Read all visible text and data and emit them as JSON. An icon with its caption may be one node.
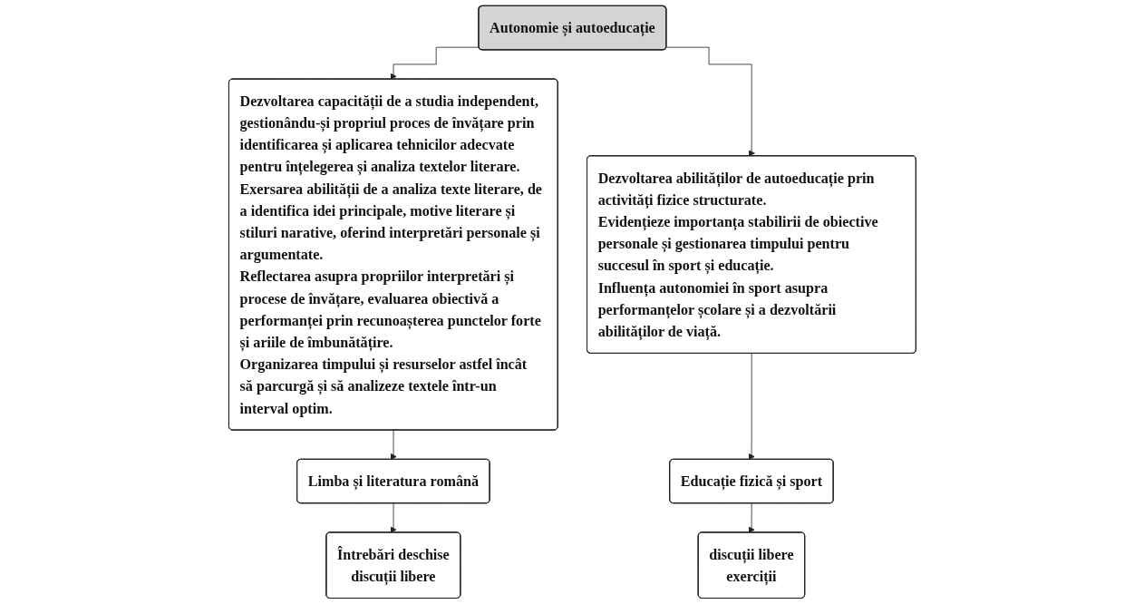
{
  "diagram": {
    "nodes": [
      {
        "text": [
          "Autonomie și autoeducație"
        ]
      },
      {
        "text": [
          "Dezvoltarea capacității de a studia independent, gestionându-și propriul proces de învățare prin identificarea și aplicarea tehnicilor adecvate pentru înțelegerea și analiza textelor literare.",
          "Exersarea abilității de a analiza texte literare, de a identifica idei principale, motive literare și stiluri narative, oferind interpretări personale și argumentate.",
          "Reflectarea asupra propriilor interpretări și procese de învățare, evaluarea obiectivă a performanței prin recunoașterea punctelor forte și ariile de îmbunătățire.",
          "Organizarea timpului și resurselor astfel încât să parcurgă și să analizeze textele într-un interval optim."
        ]
      },
      {
        "text": [
          "Dezvoltarea abilităților de autoeducație prin activități fizice structurate.",
          "Evidențieze importanța stabilirii de obiective personale și gestionarea timpului pentru succesul în sport și educație.",
          "Influența autonomiei în sport asupra performanțelor școlare și a dezvoltării abilităților de viață."
        ]
      },
      {
        "text": [
          "Limba și literatura română"
        ]
      },
      {
        "text": [
          "Întrebări deschise",
          "discuții libere"
        ]
      },
      {
        "text": [
          "Educație fizică și sport"
        ]
      },
      {
        "text": [
          "discuții libere",
          "exerciții"
        ]
      }
    ],
    "edges": [
      {
        "from": 0,
        "to": 1,
        "arrow": "to"
      },
      {
        "from": 0,
        "to": 2,
        "arrow": "to"
      },
      {
        "from": 1,
        "to": 3,
        "arrow": "to"
      },
      {
        "from": 3,
        "to": 4,
        "arrow": "to"
      },
      {
        "from": 2,
        "to": 5,
        "arrow": "to"
      },
      {
        "from": 5,
        "to": 6,
        "arrow": "to"
      }
    ]
  }
}
